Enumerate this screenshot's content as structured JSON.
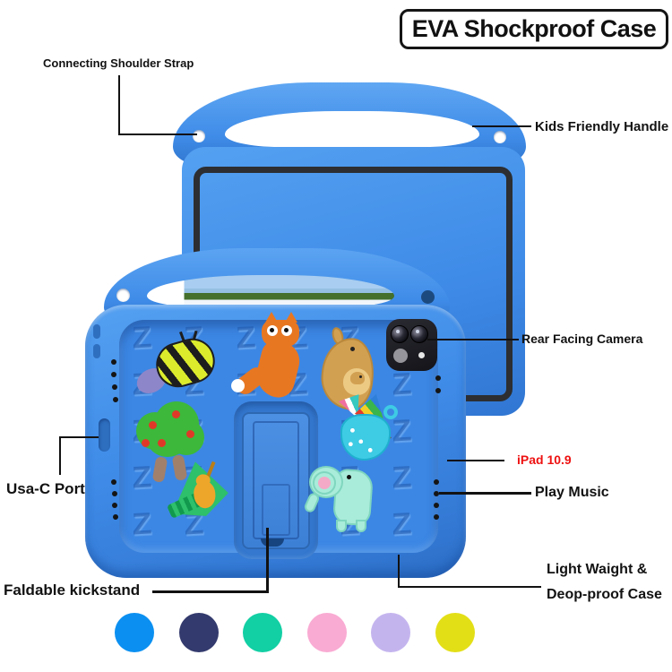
{
  "title": "EVA Shockproof Case",
  "callouts": {
    "shoulder_strap": "Connecting Shoulder Strap",
    "handle": "Kids Friendly Handle",
    "camera": "Rear Facing Camera",
    "ipad_model": "iPad 10.9",
    "play_music": "Play Music",
    "usb_port": "Usa-C Port",
    "kickstand": "Faldable kickstand",
    "lightweight_line1": "Light Waight &",
    "lightweight_line2": "Deop-proof Case"
  },
  "colors": {
    "case_blue": "#3f8ce8",
    "ipad_label_red": "#ee1111",
    "annotation_black": "#121212"
  },
  "color_options": [
    {
      "name": "azure-blue",
      "hex": "#0b90f1"
    },
    {
      "name": "navy",
      "hex": "#333a6d"
    },
    {
      "name": "mint-green",
      "hex": "#12cfa4"
    },
    {
      "name": "pink",
      "hex": "#f9abd3"
    },
    {
      "name": "lavender",
      "hex": "#c4b4ee"
    },
    {
      "name": "yellow",
      "hex": "#e3df17"
    }
  ],
  "charms": [
    "bee",
    "fox",
    "kangaroo",
    "apple-tree",
    "violin",
    "umbrella-cup",
    "elephant"
  ],
  "case_pattern_glyph": "Z"
}
